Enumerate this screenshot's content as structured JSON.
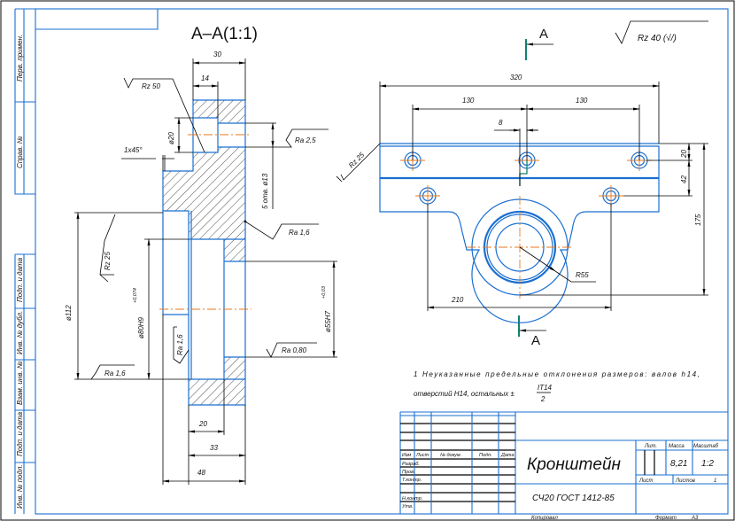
{
  "colors": {
    "outline": "#1a6fd1",
    "dimension": "#000000",
    "centerline": "#e8791c",
    "section_marker": "#13806e"
  },
  "side_stamps": [
    "Перв. примен.",
    "Справ. №",
    "Подп. и дата",
    "Инв. № дубл.",
    "Взам. инв. №",
    "Подп. и дата",
    "Инв. № подл."
  ],
  "general_roughness": "Rz 40 (√/)",
  "section_view": {
    "title": "А–А(1:1)",
    "dim_30": "30",
    "dim_14": "14",
    "rz50": "Rz 50",
    "dim_d20": "ø20",
    "chamfer": "1x45°",
    "ra_2_5": "Ra 2,5",
    "holes": "5 отв. ø13",
    "ra_1_6_face": "Ra 1,6",
    "dim_d112": "ø112",
    "rz25": "Rz 25",
    "dim_d80": "ø80H9",
    "dim_d80_tol": "+0,074",
    "ra_1_6_bore": "Ra 1,6",
    "ra_1_6_left": "Ra 1,6",
    "dim_d55": "ø55H7",
    "dim_d55_tol": "+0,03",
    "ra_0_80": "Ra 0,80",
    "dim_20": "20",
    "dim_33": "33",
    "dim_48": "48"
  },
  "front_view": {
    "dim_320": "320",
    "dim_130_left": "130",
    "dim_130_right": "130",
    "dim_8": "8",
    "dim_20": "20",
    "dim_42": "42",
    "dim_175": "175",
    "dim_210": "210",
    "radius": "R55",
    "rz25": "Rz 25",
    "section_mark_top": "А",
    "section_mark_bottom": "А"
  },
  "note": {
    "line1": "1 Неуказанные предельные отклонения размеров: валов h14,",
    "line2": "отверстий H14, остальных ±",
    "frac_num": "IT14",
    "frac_den": "2"
  },
  "title_block": {
    "headers": [
      "Изм",
      "Лист",
      "№ докум.",
      "Подп.",
      "Дата"
    ],
    "roles": [
      "Разраб.",
      "Пров.",
      "Т.контр.",
      "",
      "Н.контр.",
      "Утв."
    ],
    "name": "Кронштейн",
    "material": "СЧ20 ГОСТ 1412-85",
    "lit_label": "Лит.",
    "mass_label": "Масса",
    "scale_label": "Масштаб",
    "mass": "8,21",
    "scale": "1:2",
    "sheet_label": "Лист",
    "sheets_label": "Листов",
    "sheets": "1",
    "copied": "Копировал",
    "format_label": "Формат",
    "format": "А3"
  }
}
